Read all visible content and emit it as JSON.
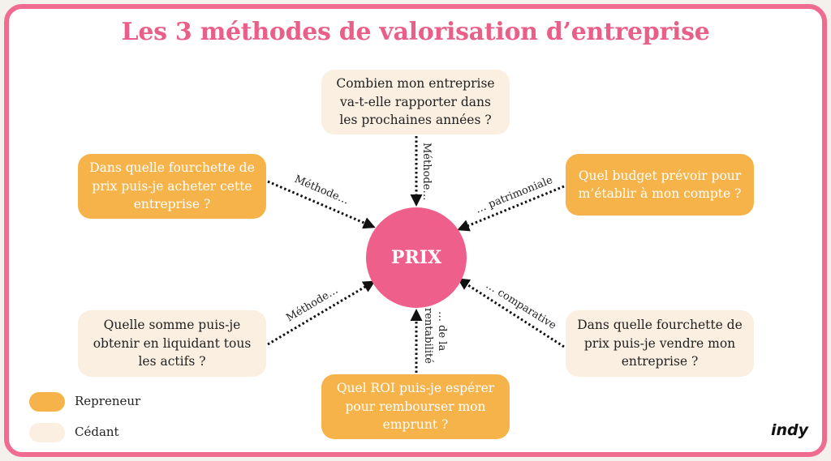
{
  "title": "Les 3 méthodes de valorisation d’entreprise",
  "center_label": "PRIX",
  "boxes": {
    "top": "Combien mon entreprise va-t-elle rapporter dans les prochaines années ?",
    "top_left": "Dans quelle fourchette de prix puis-je acheter cette entreprise ?",
    "top_right": "Quel budget prévoir pour m’établir à mon compte ?",
    "bottom_left": "Quelle somme puis-je obtenir en liquidant tous les actifs ?",
    "bottom_right": "Dans quelle fourchette de prix puis-je vendre mon entreprise ?",
    "bottom": "Quel ROI puis-je espérer pour rembourser mon emprunt ?"
  },
  "arrow_labels": {
    "top": "Méthode…",
    "top_left": "Méthode…",
    "top_right": "… patrimoniale",
    "bottom_left": "Méthode…",
    "bottom_right": "… comparative",
    "bottom_line1": "… de la",
    "bottom_line2": "rentabilité"
  },
  "legend": {
    "repreneur": "Repreneur",
    "cedant": "Cédant"
  },
  "logo": "indy",
  "colors": {
    "accent_pink": "#ef5f8c",
    "repreneur": "#f6b34a",
    "cedant": "#faefe1"
  }
}
